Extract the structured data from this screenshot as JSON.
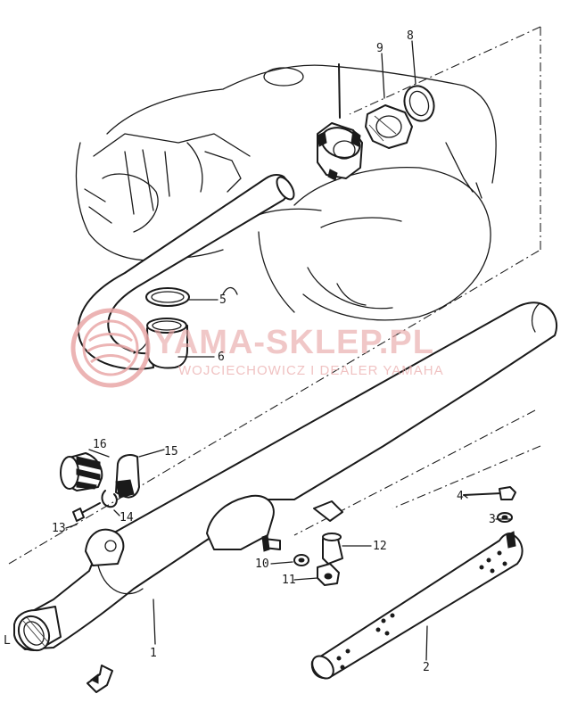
{
  "watermark": {
    "title": "YAMA-SKLEP.PL",
    "subtitle": "WOJCIECHOWICZ I DEALER YAMAHA",
    "color": "#e9a7a7"
  },
  "callouts": [
    {
      "id": "1",
      "text": "1"
    },
    {
      "id": "2",
      "text": "2"
    },
    {
      "id": "3",
      "text": "3"
    },
    {
      "id": "4",
      "text": "4"
    },
    {
      "id": "5",
      "text": "5"
    },
    {
      "id": "6",
      "text": "6"
    },
    {
      "id": "8",
      "text": "8"
    },
    {
      "id": "9",
      "text": "9"
    },
    {
      "id": "10",
      "text": "10"
    },
    {
      "id": "11",
      "text": "11"
    },
    {
      "id": "12",
      "text": "12"
    },
    {
      "id": "13",
      "text": "13"
    },
    {
      "id": "14",
      "text": "14"
    },
    {
      "id": "15",
      "text": "15"
    },
    {
      "id": "16",
      "text": "16"
    },
    {
      "id": "L",
      "text": "L"
    }
  ]
}
